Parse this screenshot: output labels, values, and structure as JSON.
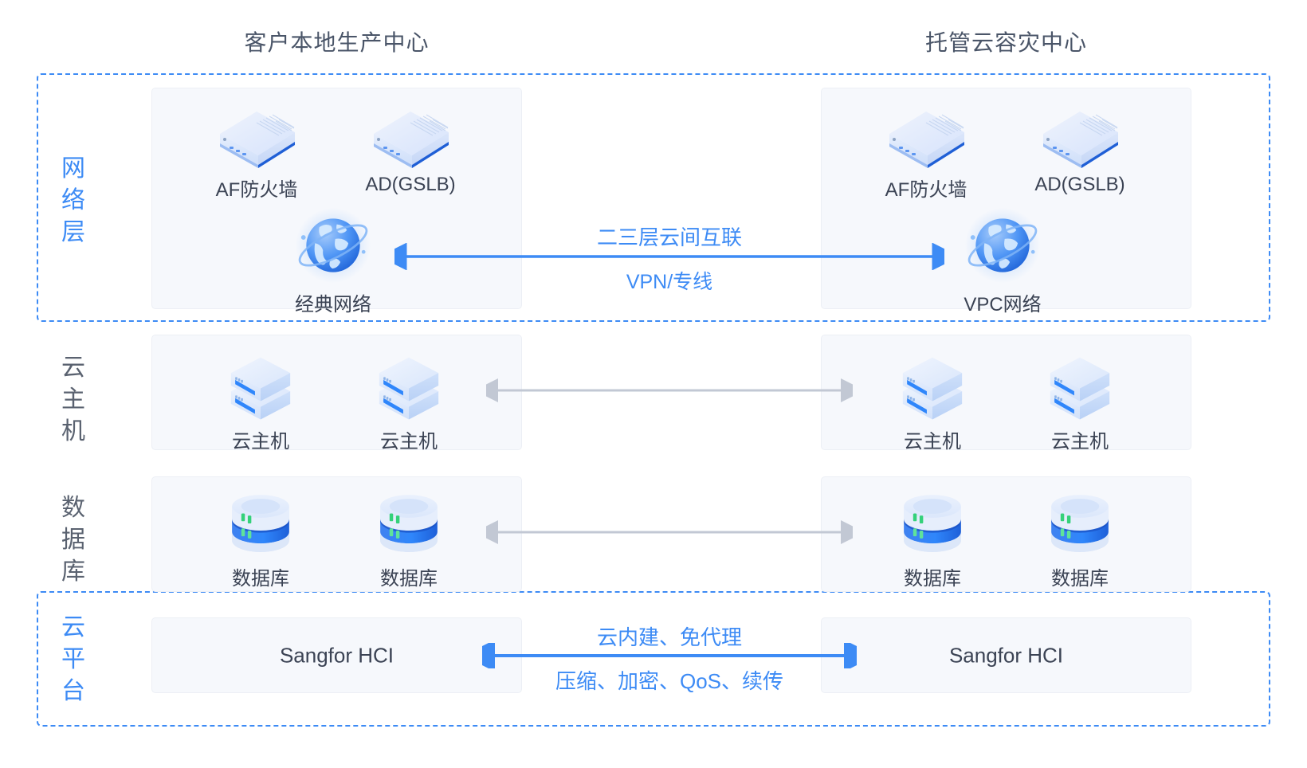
{
  "titles": {
    "left": "客户本地生产中心",
    "right": "托管云容灾中心"
  },
  "layers": [
    {
      "id": "network",
      "chars": [
        "网",
        "络",
        "层"
      ],
      "color": "#3d8bf5"
    },
    {
      "id": "host",
      "chars": [
        "云",
        "主",
        "机"
      ],
      "color": "#5a6270"
    },
    {
      "id": "database",
      "chars": [
        "数",
        "据",
        "库"
      ],
      "color": "#5a6270"
    },
    {
      "id": "platform",
      "chars": [
        "云",
        "平",
        "台"
      ],
      "color": "#3d8bf5"
    }
  ],
  "network": {
    "left": {
      "firewall": "AF防火墙",
      "ad": "AD(GSLB)",
      "cloud": "经典网络"
    },
    "right": {
      "firewall": "AF防火墙",
      "ad": "AD(GSLB)",
      "cloud": "VPC网络"
    },
    "arrow": {
      "label_top": "二三层云间互联",
      "label_bottom": "VPN/专线",
      "color": "#3d8bf5",
      "direction": "bidirectional"
    }
  },
  "hosts": {
    "left": [
      "云主机",
      "云主机"
    ],
    "right": [
      "云主机",
      "云主机"
    ],
    "arrow": {
      "color": "#c2c8d4",
      "direction": "bidirectional"
    }
  },
  "databases": {
    "left": [
      "数据库",
      "数据库"
    ],
    "right": [
      "数据库",
      "数据库"
    ],
    "arrow": {
      "color": "#c2c8d4",
      "direction": "bidirectional"
    }
  },
  "platform": {
    "left": "Sangfor HCI",
    "right": "Sangfor HCI",
    "arrow": {
      "label_top": "云内建、免代理",
      "label_bottom": "压缩、加密、QoS、续传",
      "color": "#3d8bf5",
      "direction": "bidirectional"
    }
  },
  "colors": {
    "accent": "#3d8bf5",
    "title_text": "#4a5568",
    "body_text": "#3b4354",
    "panel_bg": "#f6f8fc",
    "gray_arrow": "#c2c8d4",
    "page_bg": "#ffffff"
  }
}
